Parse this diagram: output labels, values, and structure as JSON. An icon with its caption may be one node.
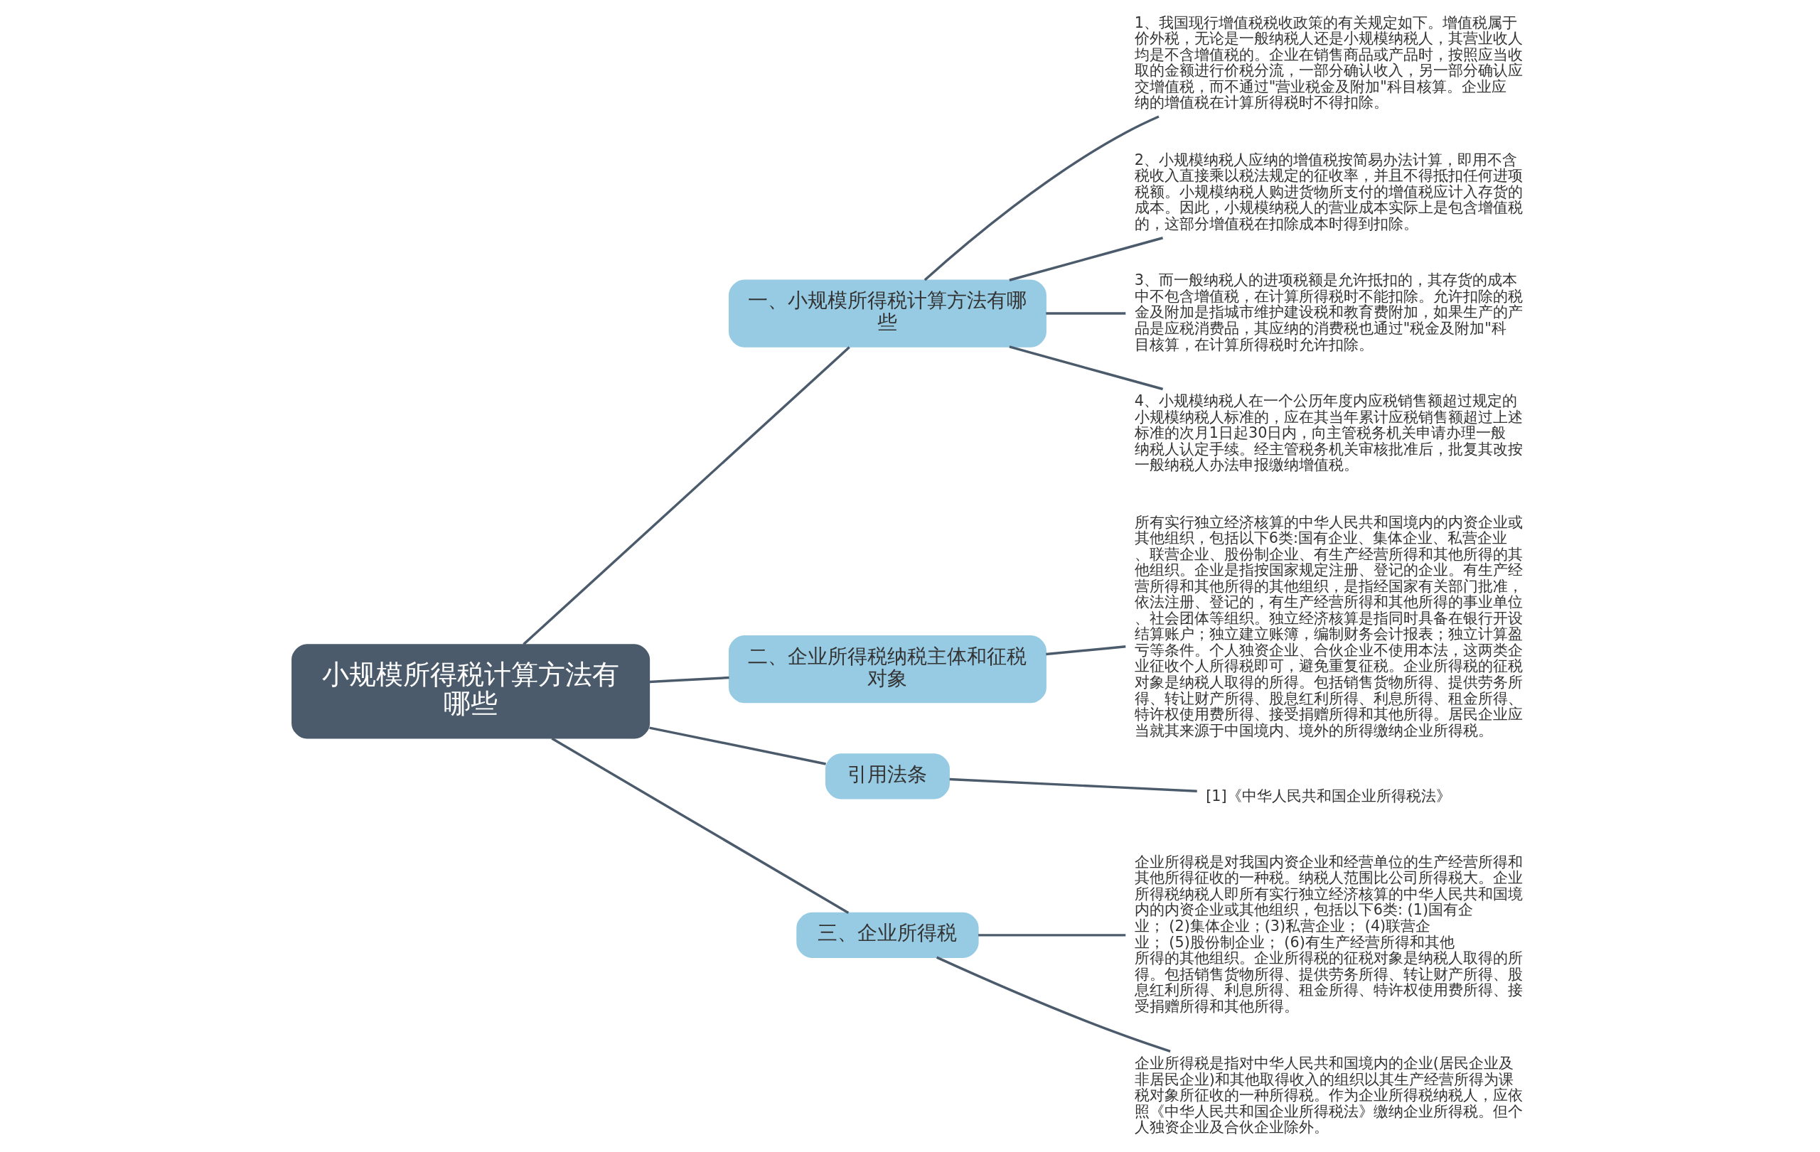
{
  "diagram": {
    "nodes": [
      {
        "text": [
          "小规模所得税计算方法有哪些"
        ]
      },
      {
        "text": [
          "一、小规模所得税计算方法有哪些"
        ]
      },
      {
        "text": [
          "1、我国现行增值税税收政策的有关规定如下。增值税属于价外税，无论是一般纳税人还是小规模纳税人，其营业收人均是不含增值税的。企业在销售商品或产品时，按照应当收取的金额进行价税分流，一部分确认收入，另一部分确认应交增值税，而不通过\"营业税金及附加\"科目核算。企业应纳的增值税在计算所得税时不得扣除。"
        ]
      },
      {
        "text": [
          "2、小规模纳税人应纳的增值税按简易办法计算，即用不含税收入直接乘以税法规定的征收率，并且不得抵扣任何进项税额。小规模纳税人购进货物所支付的增值税应计入存货的成本。因此，小规模纳税人的营业成本实际上是包含增值税的，这部分增值税在扣除成本时得到扣除。"
        ]
      },
      {
        "text": [
          "3、而一般纳税人的进项税额是允许抵扣的，其存货的成本中不包含增值税，在计算所得税时不能扣除。允许扣除的税金及附加是指城市维护建设税和教育费附加，如果生产的产品是应税消费品，其应纳的消费税也通过\"税金及附加\"科目核算，在计算所得税时允许扣除。"
        ]
      },
      {
        "text": [
          "4、小规模纳税人在一个公历年度内应税销售额超过规定的小规模纳税人标准的，应在其当年累计应税销售额超过上述标准的次月1日起30日内，向主管税务机关申请办理一般纳税人认定手续。经主管税务机关审核批准后，批复其改按一般纳税人办法申报缴纳增值税。"
        ]
      },
      {
        "text": [
          "二、企业所得税纳税主体和征税对象"
        ]
      },
      {
        "text": [
          "所有实行独立经济核算的中华人民共和国境内的内资企业或其他组织，包括以下6类:国有企业、集体企业、私营企业、联营企业、股份制企业、有生产经营所得和其他所得的其他组织。企业是指按国家规定注册、登记的企业。有生产经营所得和其他所得的其他组织，是指经国家有关部门批准，依法注册、登记的，有生产经营所得和其他所得的事业单位、社会团体等组织。独立经济核算是指同时具备在银行开设结算账户；独立建立账簿，编制财务会计报表；独立计算盈亏等条件。个人独资企业、合伙企业不使用本法，这两类企业征收个人所得税即可，避免重复征税。企业所得税的征税对象是纳税人取得的所得。包括销售货物所得、提供劳务所得、转让财产所得、股息红利所得、利息所得、租金所得、特许权使用费所得、接受捐赠所得和其他所得。居民企业应当就其来源于中国境内、境外的所得缴纳企业所得税。"
        ]
      },
      {
        "text": [
          "引用法条"
        ]
      },
      {
        "text": [
          "[1]《中华人民共和国企业所得税法》"
        ]
      },
      {
        "text": [
          "三、企业所得税"
        ]
      },
      {
        "text": [
          "企业所得税是对我国内资企业和经营单位的生产经营所得和其他所得征收的一种税。纳税人范围比公司所得税大。企业所得税纳税人即所有实行独立经济核算的中华人民共和国境内的内资企业或其他组织，包括以下6类: (1)国有企业； (2)集体企业；(3)私营企业； (4)联营企业； (5)股份制企业； (6)有生产经营所得和其他所得的其他组织。企业所得税的征税对象是纳税人取得的所得。包括销售货物所得、提供劳务所得、转让财产所得、股息红利所得、利息所得、租金所得、特许权使用费所得、接受捐赠所得和其他所得。"
        ]
      },
      {
        "text": [
          "企业所得税是指对中华人民共和国境内的企业(居民企业及非居民企业)和其他取得收入的组织以其生产经营所得为课税对象所征收的一种所得税。作为企业所得税纳税人，应依照《中华人民共和国企业所得税法》缴纳企业所得税。但个人独资企业及合伙企业除外。"
        ]
      }
    ],
    "edges": [
      {
        "from": 0,
        "to": 1,
        "arrow": "none"
      },
      {
        "from": 1,
        "to": 2,
        "arrow": "none"
      },
      {
        "from": 1,
        "to": 3,
        "arrow": "none"
      },
      {
        "from": 1,
        "to": 4,
        "arrow": "none"
      },
      {
        "from": 1,
        "to": 5,
        "arrow": "none"
      },
      {
        "from": 0,
        "to": 6,
        "arrow": "none"
      },
      {
        "from": 6,
        "to": 7,
        "arrow": "none"
      },
      {
        "from": 0,
        "to": 8,
        "arrow": "none"
      },
      {
        "from": 8,
        "to": 9,
        "arrow": "none"
      },
      {
        "from": 0,
        "to": 10,
        "arrow": "none"
      },
      {
        "from": 10,
        "to": 11,
        "arrow": "none"
      },
      {
        "from": 10,
        "to": 12,
        "arrow": "none"
      }
    ]
  }
}
